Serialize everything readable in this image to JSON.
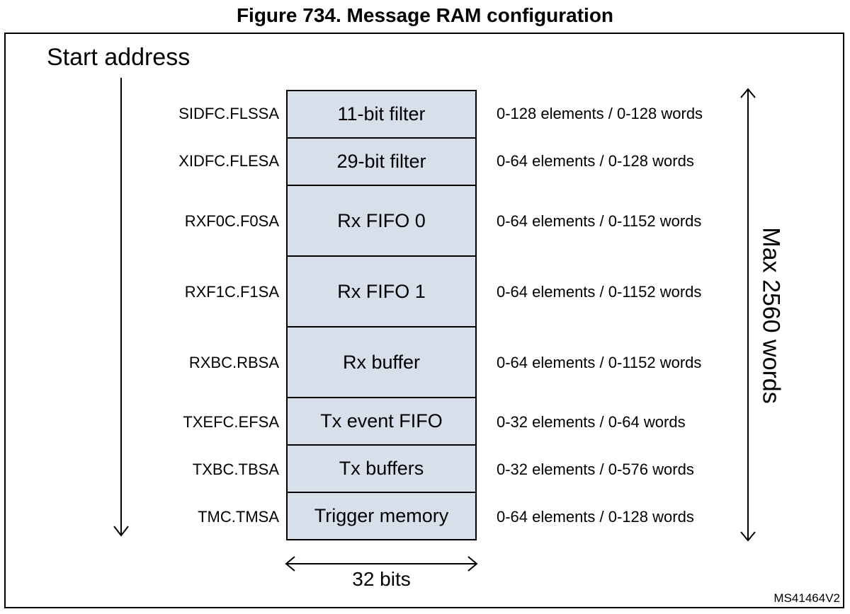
{
  "title": "Figure 734. Message RAM configuration",
  "start_address_label": "Start address",
  "blocks": [
    {
      "address": "SIDFC.FLSSA",
      "name": "11-bit filter",
      "size": "0-128 elements / 0-128 words"
    },
    {
      "address": "XIDFC.FLESA",
      "name": "29-bit filter",
      "size": "0-64 elements / 0-128 words"
    },
    {
      "address": "RXF0C.F0SA",
      "name": "Rx FIFO 0",
      "size": "0-64 elements / 0-1152 words"
    },
    {
      "address": "RXF1C.F1SA",
      "name": "Rx FIFO 1",
      "size": "0-64 elements / 0-1152 words"
    },
    {
      "address": "RXBC.RBSA",
      "name": "Rx buffer",
      "size": "0-64 elements / 0-1152 words"
    },
    {
      "address": "TXEFC.EFSA",
      "name": "Tx event FIFO",
      "size": "0-32 elements / 0-64 words"
    },
    {
      "address": "TXBC.TBSA",
      "name": "Tx buffers",
      "size": "0-32 elements / 0-576 words"
    },
    {
      "address": "TMC.TMSA",
      "name": "Trigger memory",
      "size": "0-64 elements / 0-128 words"
    }
  ],
  "width_label": "32 bits",
  "max_label": "Max 2560 words",
  "reference": "MS41464V2",
  "colors": {
    "block_fill": "#d7e0ea",
    "border": "#000000"
  }
}
